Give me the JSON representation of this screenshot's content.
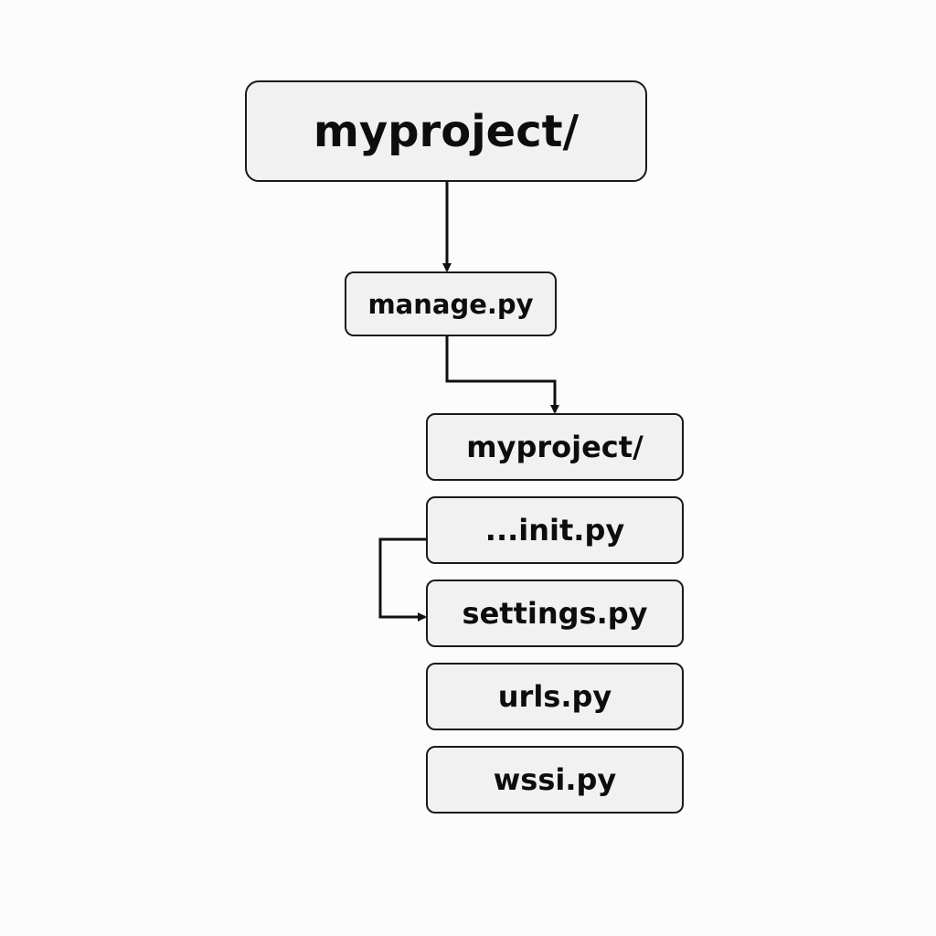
{
  "nodes": {
    "root": "myproject/",
    "manage": "manage.py",
    "package": "myproject/",
    "init": "...init.py",
    "settings": "settings.py",
    "urls": "urls.py",
    "wsgi": "wssi.py"
  }
}
